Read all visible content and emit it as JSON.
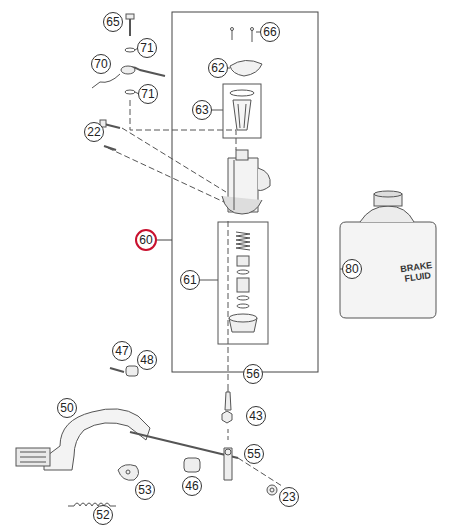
{
  "diagram": {
    "labels": [
      "65",
      "66",
      "70",
      "71",
      "62",
      "71",
      "63",
      "22",
      "60",
      "61",
      "80",
      "47",
      "48",
      "56",
      "50",
      "43",
      "55",
      "53",
      "46",
      "23",
      "52",
      "BRAKE FLUID"
    ]
  }
}
